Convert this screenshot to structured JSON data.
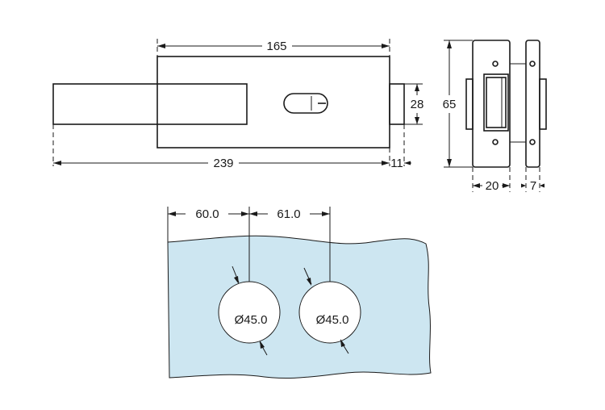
{
  "drawing": {
    "top_view": {
      "width_upper": "165",
      "width_total": "239",
      "side_extension": "11",
      "height_right": "28"
    },
    "side_view": {
      "height": "65",
      "depth_body": "20",
      "depth_plate": "7"
    },
    "glass_panel": {
      "spacing_left": "60.0",
      "spacing_right": "61.0",
      "hole_left": "Ø45.0",
      "hole_right": "Ø45.0"
    },
    "colors": {
      "glass": "#cde6f1",
      "line": "#1a1a1a"
    }
  }
}
